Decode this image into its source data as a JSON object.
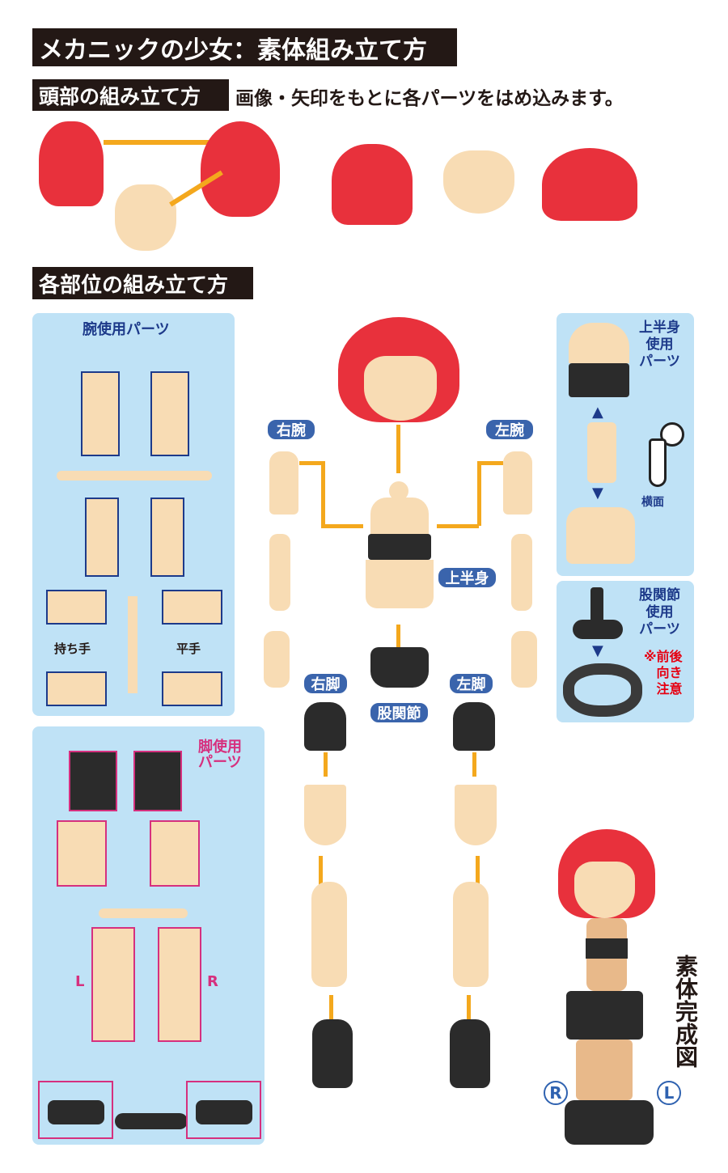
{
  "title": "メカニックの少女：素体組み立て方",
  "head_section": {
    "heading": "頭部の組み立て方",
    "instruction": "画像・矢印をもとに各パーツをはめ込みます。"
  },
  "parts_section": {
    "heading": "各部位の組み立て方"
  },
  "arm_panel": {
    "title": "腕使用パーツ",
    "grip_hand": "持ち手",
    "flat_hand": "平手"
  },
  "leg_panel": {
    "title_line1": "脚使用",
    "title_line2": "パーツ",
    "left": "L",
    "right": "R"
  },
  "torso_panel": {
    "title_line1": "上半身",
    "title_line2": "使用",
    "title_line3": "パーツ",
    "side_view": "横面"
  },
  "hip_panel": {
    "title_line1": "股関節",
    "title_line2": "使用",
    "title_line3": "パーツ",
    "note_line1": "※前後",
    "note_line2": "向き",
    "note_line3": "注意"
  },
  "labels": {
    "right_arm": "右腕",
    "left_arm": "左腕",
    "upper_body": "上半身",
    "right_leg": "右脚",
    "left_leg": "左脚",
    "hip_joint": "股関節"
  },
  "complete": {
    "title": "素体完成図",
    "r": "R",
    "l": "L"
  },
  "colors": {
    "accent_navy": "#1d3a8a",
    "pill_blue": "#3a64ac",
    "arrow_orange": "#f4a81d",
    "hair_red": "#e8313c",
    "skin": "#f8dcb4",
    "panel_blue": "#bfe2f6",
    "note_red": "#e60012"
  }
}
